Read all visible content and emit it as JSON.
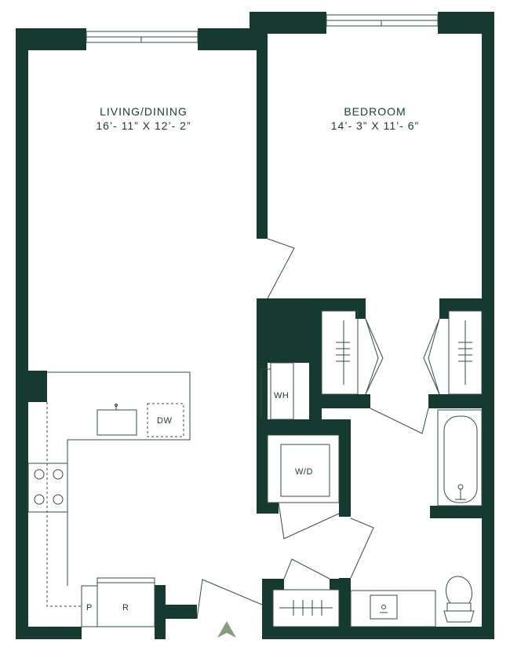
{
  "rooms": {
    "living": {
      "name": "LIVING/DINING",
      "dims": "16’- 11” X 12’- 2”"
    },
    "bedroom": {
      "name": "BEDROOM",
      "dims": "14’- 3” X 11’- 6”"
    }
  },
  "fixtures": {
    "dishwasher": "DW",
    "water_heater": "WH",
    "washer_dryer": "W/D",
    "pantry": "P",
    "refrigerator": "R"
  },
  "colors": {
    "wall": "#173a30",
    "entry_arrow": "#8a9a7e"
  },
  "icons": {
    "entry": "entry-arrow-icon"
  }
}
